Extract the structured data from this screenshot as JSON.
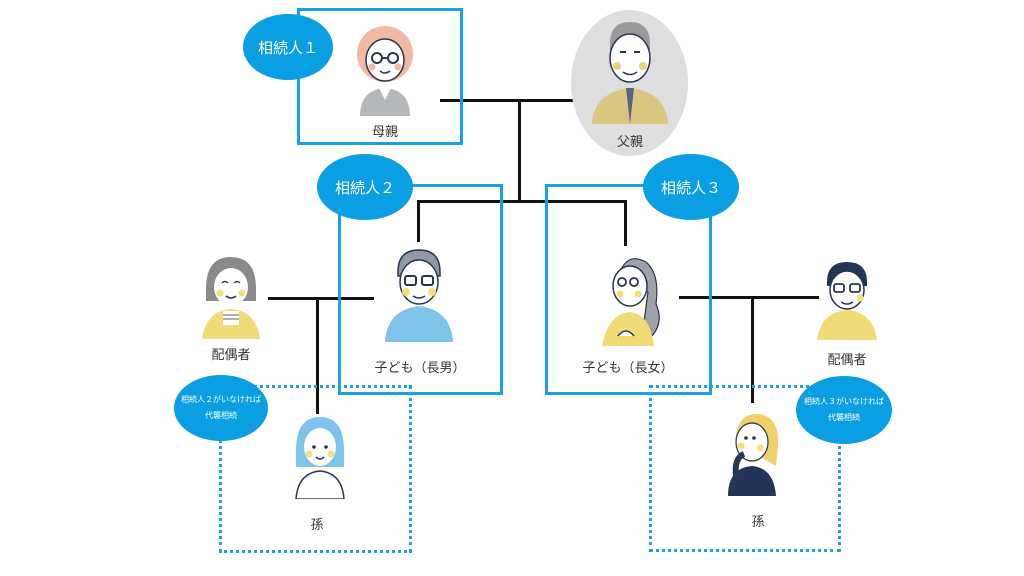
{
  "colors": {
    "accent_blue": "#0a9ee3",
    "frame_blue": "#18a0e6",
    "line": "#111111",
    "father_bg": "#dedede"
  },
  "heirs": {
    "heir1": "相続人１",
    "heir2": "相続人２",
    "heir3": "相続人３"
  },
  "substitutes": {
    "sub2_line1": "相続人２がいなければ",
    "sub2_line2": "代襲相続",
    "sub3_line1": "相続人３がいなければ",
    "sub3_line2": "代襲相続"
  },
  "people": {
    "mother": "母親",
    "father": "父親",
    "eldest_son": "子ども（長男）",
    "eldest_daughter": "子ども（長女）",
    "spouse_left": "配偶者",
    "spouse_right": "配偶者",
    "grandchild_left": "孫",
    "grandchild_right": "孫"
  },
  "icons": {
    "mother": "elderly-woman-icon",
    "father": "elderly-man-icon",
    "son": "man-glasses-icon",
    "daughter": "woman-icon",
    "spouse_left": "woman-spouse-icon",
    "spouse_right": "man-spouse-icon",
    "grandchild_left": "girl-icon",
    "grandchild_right": "girl-thinking-icon"
  }
}
